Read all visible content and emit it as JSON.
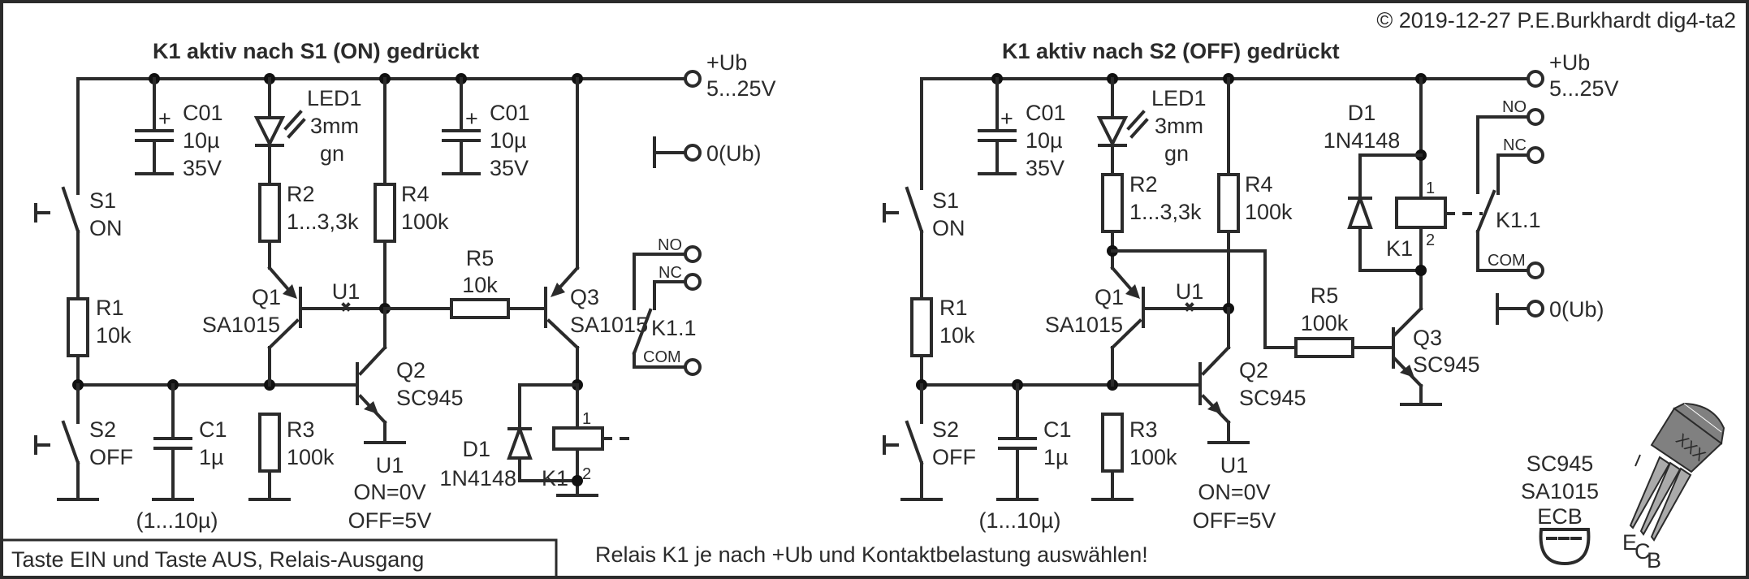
{
  "copyright": "© 2019-12-27 P.E.Burkhardt dig4-ta2",
  "caption_left": "Taste EIN und Taste AUS, Relais-Ausgang",
  "caption_note": "Relais K1 je nach +Ub und Kontaktbelastung auswählen!",
  "colors": {
    "ink": "#2b2b2b",
    "background": "#ffffff",
    "package": "#808080"
  },
  "circuit_a": {
    "title": "K1 aktiv nach S1 (ON) gedrückt",
    "supply": {
      "name": "+Ub",
      "range": "5...25V"
    },
    "ground_terminal": "0(Ub)",
    "c01": {
      "ref": "C01",
      "value": "10µ",
      "rating": "35V",
      "plus": "+"
    },
    "c01b": {
      "ref": "C01",
      "value": "10µ",
      "rating": "35V",
      "plus": "+"
    },
    "led1": {
      "ref": "LED1",
      "size": "3mm",
      "color": "gn"
    },
    "r2": {
      "ref": "R2",
      "value": "1...3,3k"
    },
    "r4": {
      "ref": "R4",
      "value": "100k"
    },
    "r5": {
      "ref": "R5",
      "value": "10k"
    },
    "s1": {
      "ref": "S1",
      "label": "ON"
    },
    "s2": {
      "ref": "S2",
      "label": "OFF"
    },
    "r1": {
      "ref": "R1",
      "value": "10k"
    },
    "c1": {
      "ref": "C1",
      "value": "1µ",
      "range": "(1...10µ)"
    },
    "r3": {
      "ref": "R3",
      "value": "100k"
    },
    "q1": {
      "ref": "Q1",
      "type": "SA1015"
    },
    "q2": {
      "ref": "Q2",
      "type": "SC945"
    },
    "q3": {
      "ref": "Q3",
      "type": "SA1015"
    },
    "u1_node": "U1",
    "u1": {
      "ref": "U1",
      "on": "ON=0V",
      "off": "OFF=5V"
    },
    "d1": {
      "ref": "D1",
      "type": "1N4148"
    },
    "k1": {
      "ref": "K1",
      "pin1": "1",
      "pin2": "2"
    },
    "k11": {
      "ref": "K1.1",
      "no": "NO",
      "nc": "NC",
      "com": "COM"
    }
  },
  "circuit_b": {
    "title": "K1 aktiv nach S2 (OFF) gedrückt",
    "supply": {
      "name": "+Ub",
      "range": "5...25V"
    },
    "ground_terminal": "0(Ub)",
    "c01": {
      "ref": "C01",
      "value": "10µ",
      "rating": "35V",
      "plus": "+"
    },
    "led1": {
      "ref": "LED1",
      "size": "3mm",
      "color": "gn"
    },
    "r2": {
      "ref": "R2",
      "value": "1...3,3k"
    },
    "r4": {
      "ref": "R4",
      "value": "100k"
    },
    "r5": {
      "ref": "R5",
      "value": "100k"
    },
    "s1": {
      "ref": "S1",
      "label": "ON"
    },
    "s2": {
      "ref": "S2",
      "label": "OFF"
    },
    "r1": {
      "ref": "R1",
      "value": "10k"
    },
    "c1": {
      "ref": "C1",
      "value": "1µ",
      "range": "(1...10µ)"
    },
    "r3": {
      "ref": "R3",
      "value": "100k"
    },
    "q1": {
      "ref": "Q1",
      "type": "SA1015"
    },
    "q2": {
      "ref": "Q2",
      "type": "SC945"
    },
    "q3": {
      "ref": "Q3",
      "type": "SC945"
    },
    "u1_node": "U1",
    "u1": {
      "ref": "U1",
      "on": "ON=0V",
      "off": "OFF=5V"
    },
    "d1": {
      "ref": "D1",
      "type": "1N4148"
    },
    "k1": {
      "ref": "K1",
      "pin1": "1",
      "pin2": "2"
    },
    "k11": {
      "ref": "K1.1",
      "no": "NO",
      "nc": "NC",
      "com": "COM"
    }
  },
  "pinout": {
    "types": [
      "SC945",
      "SA1015"
    ],
    "order": "ECB",
    "marking": "XXX",
    "pins": {
      "e": "E",
      "c": "C",
      "b": "B"
    }
  }
}
